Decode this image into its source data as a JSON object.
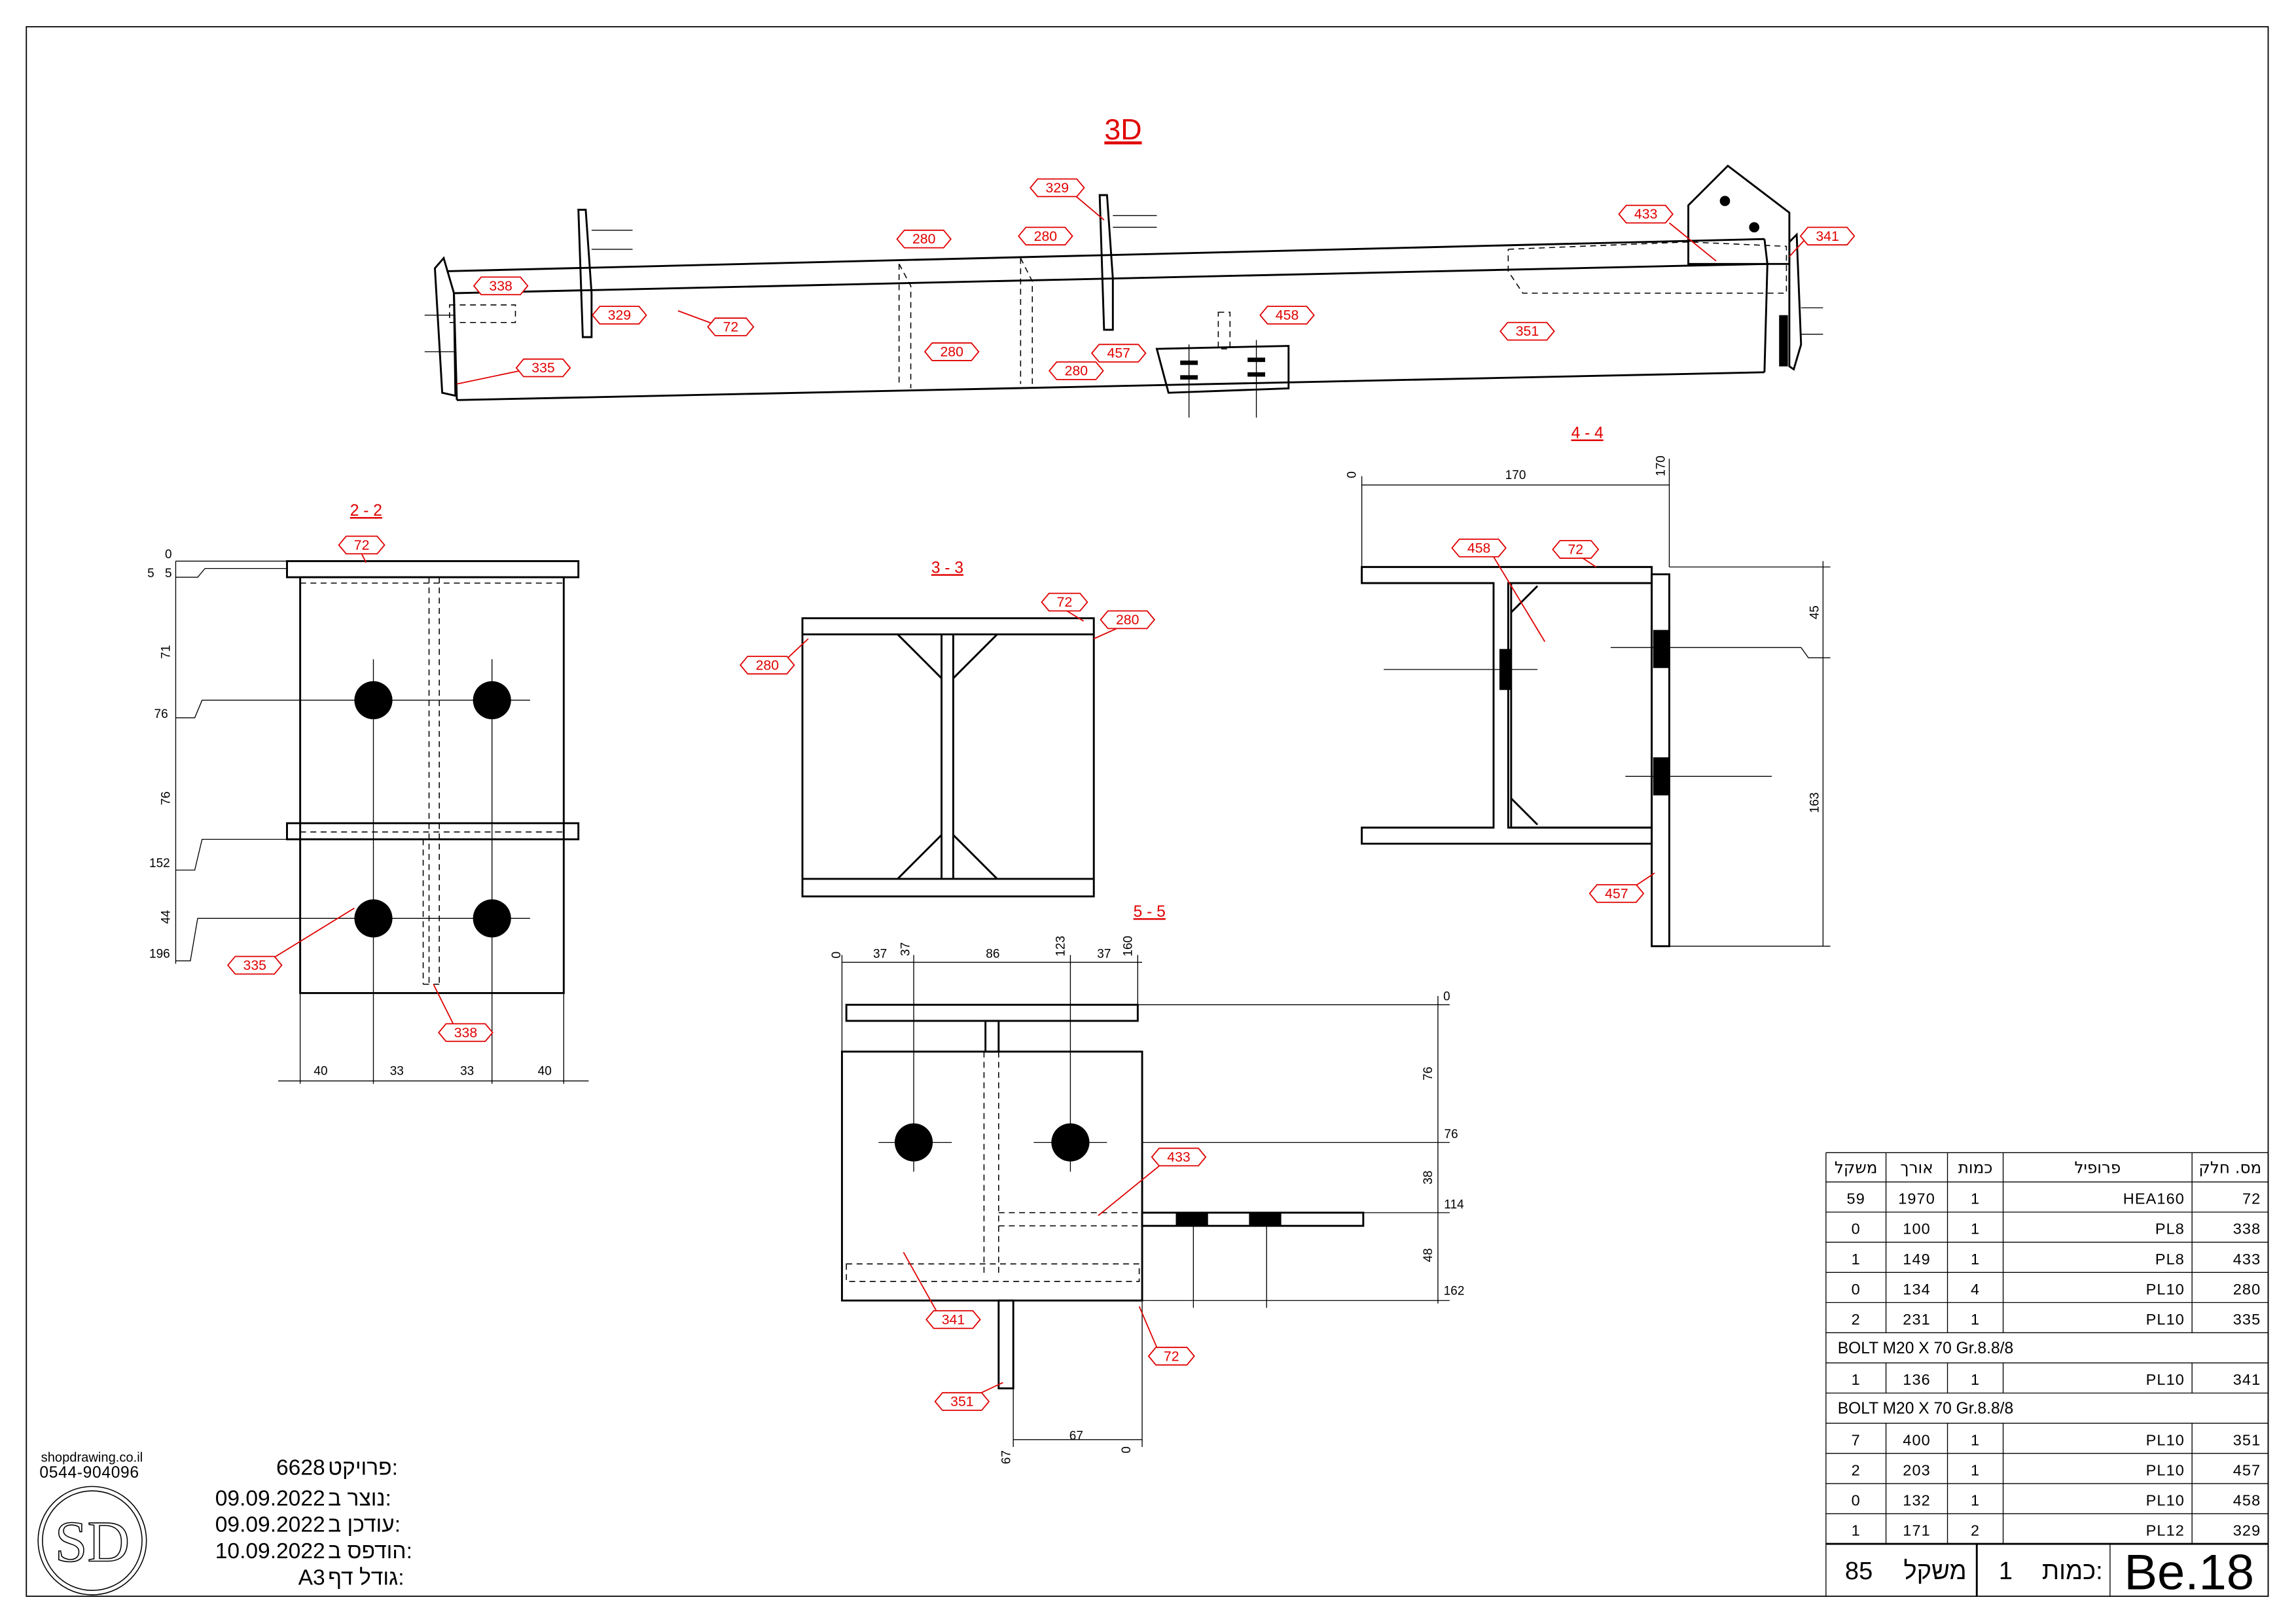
{
  "views": {
    "v3d": {
      "title": "3D",
      "tags": [
        "329",
        "329",
        "280",
        "280",
        "280",
        "280",
        "338",
        "72",
        "335",
        "457",
        "458",
        "433",
        "341",
        "351"
      ]
    },
    "v22": {
      "title": "2 - 2",
      "tags": [
        "72",
        "335",
        "338"
      ],
      "dims_left": [
        "0",
        "5",
        "5",
        "71",
        "76",
        "76",
        "152",
        "44",
        "196"
      ],
      "dims_bottom": [
        "40",
        "33",
        "33",
        "40"
      ]
    },
    "v33": {
      "title": "3 - 3",
      "tags": [
        "72",
        "280",
        "280"
      ]
    },
    "v44": {
      "title": "4 - 4",
      "tags": [
        "458",
        "72",
        "457"
      ],
      "dims_top": [
        "0",
        "170",
        "170"
      ],
      "dims_right": [
        "45",
        "163"
      ]
    },
    "v55": {
      "title": "5 - 5",
      "tags": [
        "433",
        "341",
        "72",
        "351"
      ],
      "dims_top": [
        "0",
        "37",
        "37",
        "86",
        "123",
        "37",
        "160"
      ],
      "dims_right": [
        "0",
        "76",
        "76",
        "38",
        "114",
        "48",
        "162"
      ],
      "dims_bottom": [
        "67",
        "67",
        "0"
      ]
    }
  },
  "parts_table": {
    "headers": [
      "משקל",
      "אורך",
      "כמות",
      "פרופיל",
      "מס. חלק"
    ],
    "rows": [
      {
        "weight": "59",
        "length": "1970",
        "qty": "1",
        "profile": "HEA160",
        "part": "72"
      },
      {
        "weight": "0",
        "length": "100",
        "qty": "1",
        "profile": "PL8",
        "part": "338"
      },
      {
        "weight": "1",
        "length": "149",
        "qty": "1",
        "profile": "PL8",
        "part": "433"
      },
      {
        "weight": "0",
        "length": "134",
        "qty": "4",
        "profile": "PL10",
        "part": "280"
      },
      {
        "weight": "2",
        "length": "231",
        "qty": "1",
        "profile": "PL10",
        "part": "335"
      },
      {
        "note": "BOLT M20 X 70 Gr.8.8/8"
      },
      {
        "weight": "1",
        "length": "136",
        "qty": "1",
        "profile": "PL10",
        "part": "341"
      },
      {
        "note": "BOLT M20 X 70 Gr.8.8/8"
      },
      {
        "weight": "7",
        "length": "400",
        "qty": "1",
        "profile": "PL10",
        "part": "351"
      },
      {
        "weight": "2",
        "length": "203",
        "qty": "1",
        "profile": "PL10",
        "part": "457"
      },
      {
        "weight": "0",
        "length": "132",
        "qty": "1",
        "profile": "PL10",
        "part": "458"
      },
      {
        "weight": "1",
        "length": "171",
        "qty": "2",
        "profile": "PL12",
        "part": "329"
      }
    ],
    "footer": {
      "weight_label": "משקל",
      "weight": "85",
      "qty_label": "כמות:",
      "qty": "1",
      "assembly": "Be.18"
    }
  },
  "title_block": {
    "website": "shopdrawing.co.il",
    "phone": "0544-904096",
    "logo": "SD",
    "project_label": "פרויקט:",
    "project": "6628",
    "created_label": "נוצר ב:",
    "created": "09.09.2022",
    "updated_label": "עודכן ב:",
    "updated": "09.09.2022",
    "printed_label": "הודפס ב:",
    "printed": "10.09.2022",
    "page_size_label": "גודל דף:",
    "page_size": "A3"
  },
  "colors": {
    "annotation": "#e00000",
    "line": "#000000"
  }
}
